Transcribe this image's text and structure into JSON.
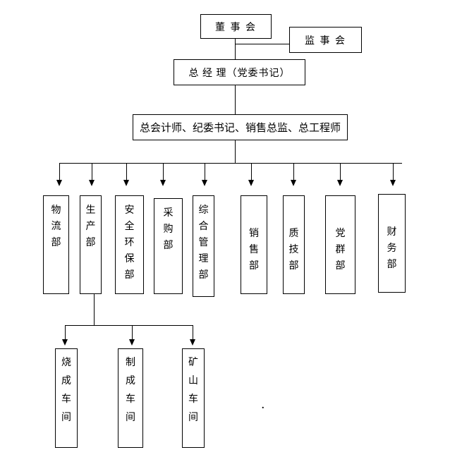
{
  "org_chart": {
    "top": {
      "board": "董 事 会",
      "supervisory": "监 事 会",
      "general_manager": "总 经 理（党委书记）",
      "senior_staff": "总会计师、纪委书记、销售总监、总工程师"
    },
    "departments": [
      "物流部",
      "生产部",
      "安全环保部",
      "采购部",
      "综合管理部",
      "销售部",
      "质技部",
      "党群部",
      "财务部"
    ],
    "production_workshops": [
      "烧成车间",
      "制成车间",
      "矿山车间"
    ],
    "stray_mark": "."
  },
  "colors": {
    "background": "#ffffff",
    "line": "#000000",
    "text": "#000000"
  }
}
